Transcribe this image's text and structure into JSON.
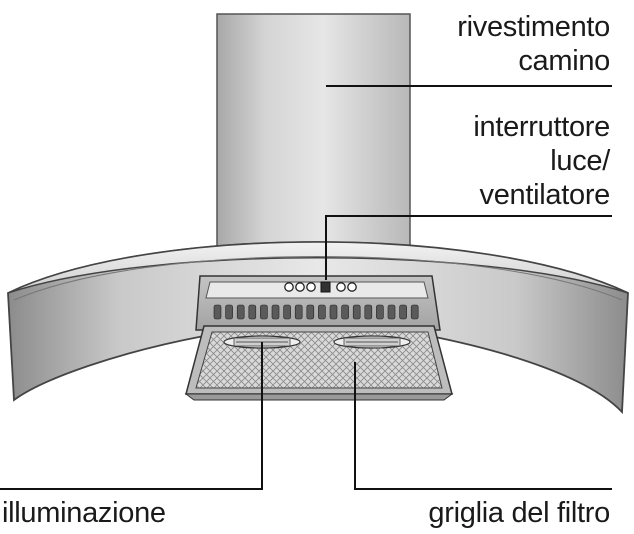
{
  "labels": {
    "chimney_cover": [
      "rivestimento",
      "camino"
    ],
    "switch": [
      "interruttore",
      "luce/",
      "ventilatore"
    ],
    "lighting": "illuminazione",
    "filter_grille": "griglia del filtro"
  },
  "colors": {
    "ink": "#1a1a1a",
    "chimney_light": "#d9d9d9",
    "chimney_dark": "#9a9a9a",
    "canopy_light": "#e2e2e2",
    "canopy_dark": "#8f8f8f",
    "leader": "#111111"
  }
}
